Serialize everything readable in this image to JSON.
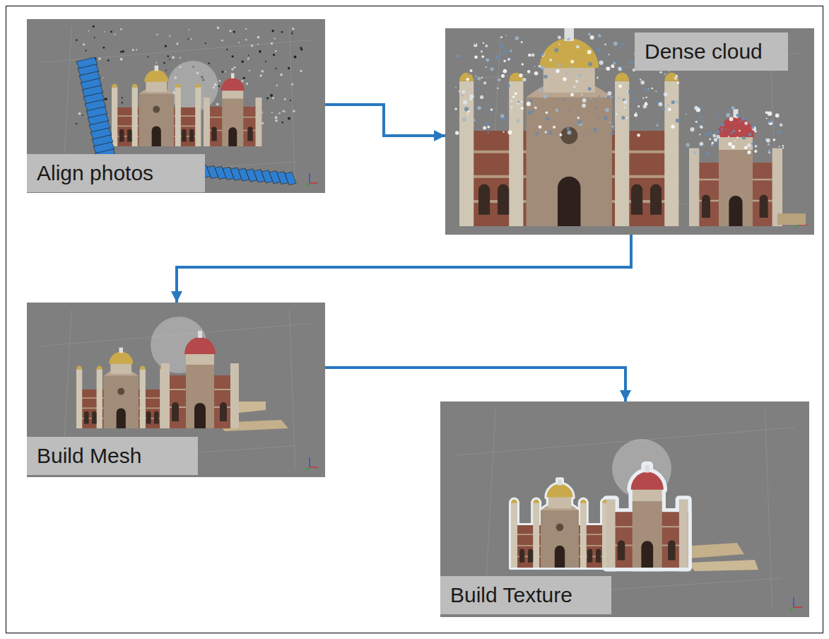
{
  "diagram": {
    "nodes": [
      {
        "text": [
          "Align photos"
        ]
      },
      {
        "text": [
          "Dense cloud"
        ]
      },
      {
        "text": [
          "Build Mesh"
        ]
      },
      {
        "text": [
          "Build Texture"
        ]
      }
    ],
    "edges": [
      {
        "from": 0,
        "to": 1,
        "arrow": "to"
      },
      {
        "from": 1,
        "to": 2,
        "arrow": "to"
      },
      {
        "from": 2,
        "to": 3,
        "arrow": "to"
      }
    ]
  }
}
